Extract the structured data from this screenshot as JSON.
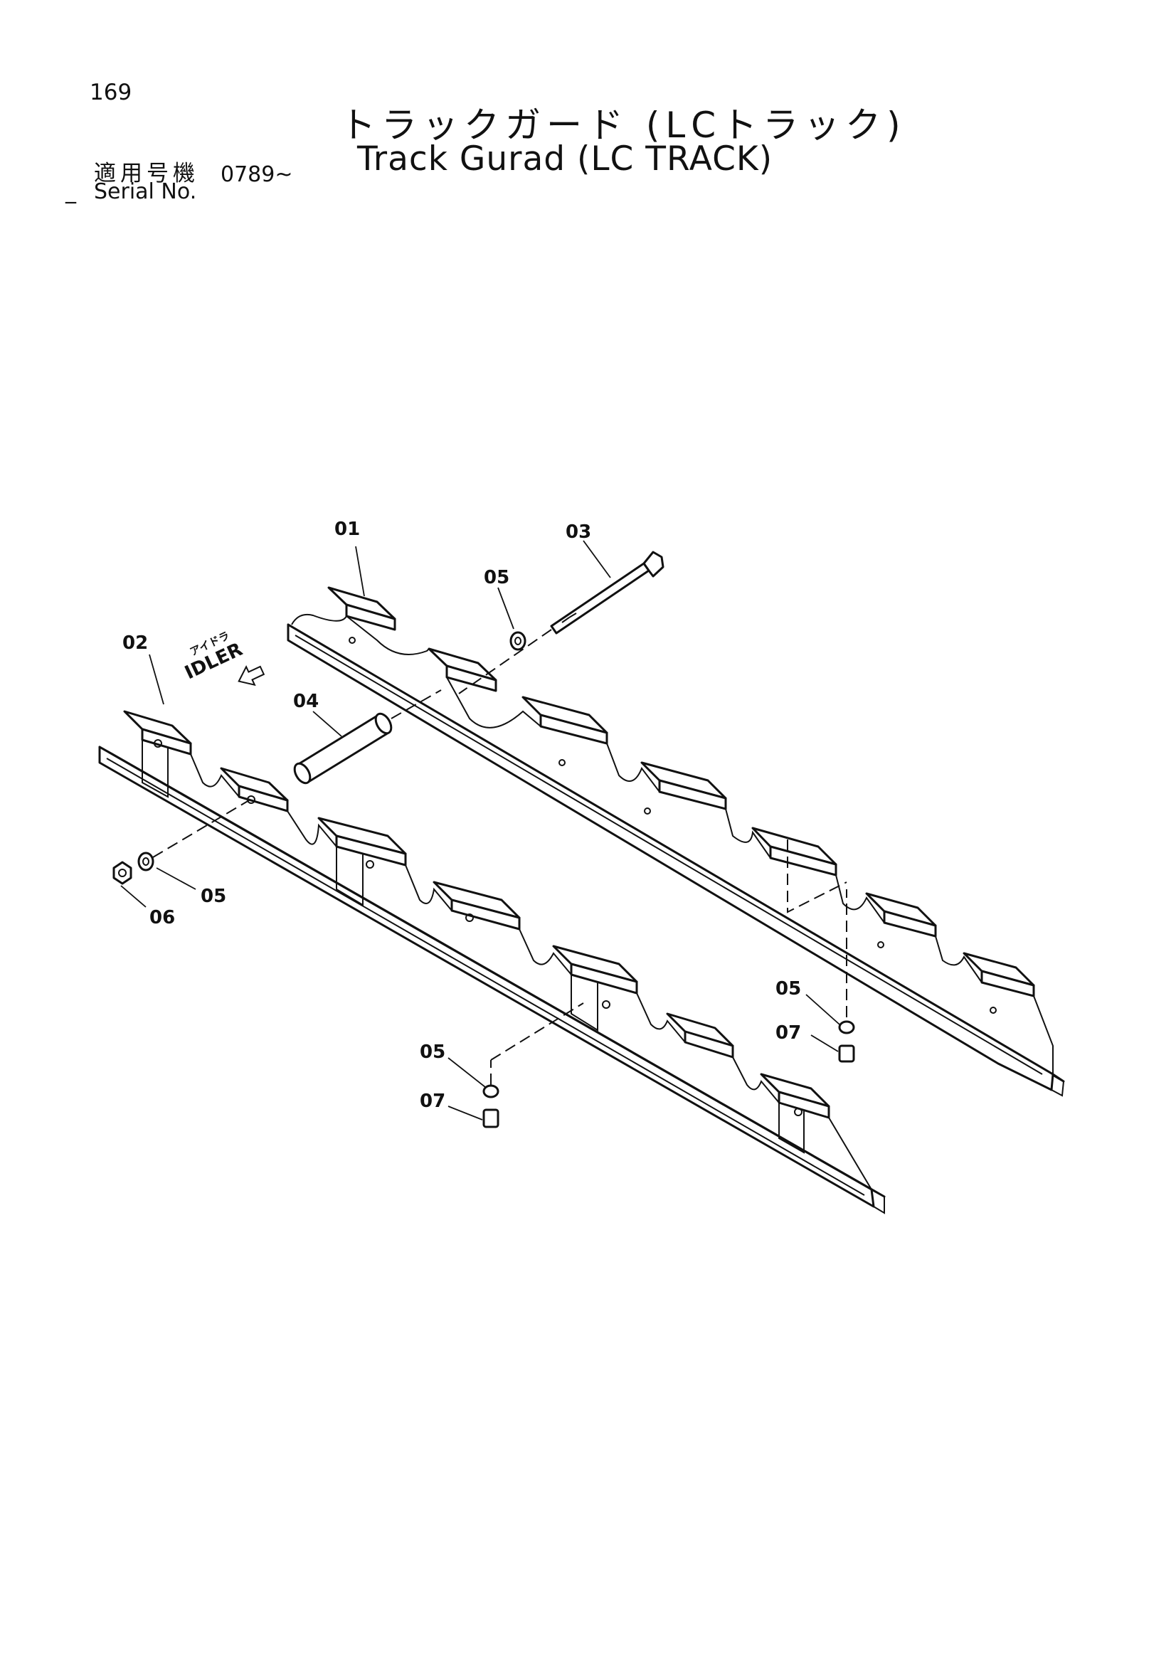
{
  "page": {
    "number": "169"
  },
  "title": {
    "japanese": "トラックガード (LCトラック)",
    "english": "Track Gurad (LC TRACK)"
  },
  "serial": {
    "label_japanese": "適用号機",
    "label_english": "Serial No.",
    "leading_dash": "_",
    "value": "0789~"
  },
  "diagram": {
    "direction_label_japanese": "アイドラ",
    "direction_label": "IDLER",
    "callouts": [
      "01",
      "02",
      "03",
      "04",
      "05",
      "05",
      "05",
      "05",
      "06",
      "07",
      "07"
    ]
  }
}
